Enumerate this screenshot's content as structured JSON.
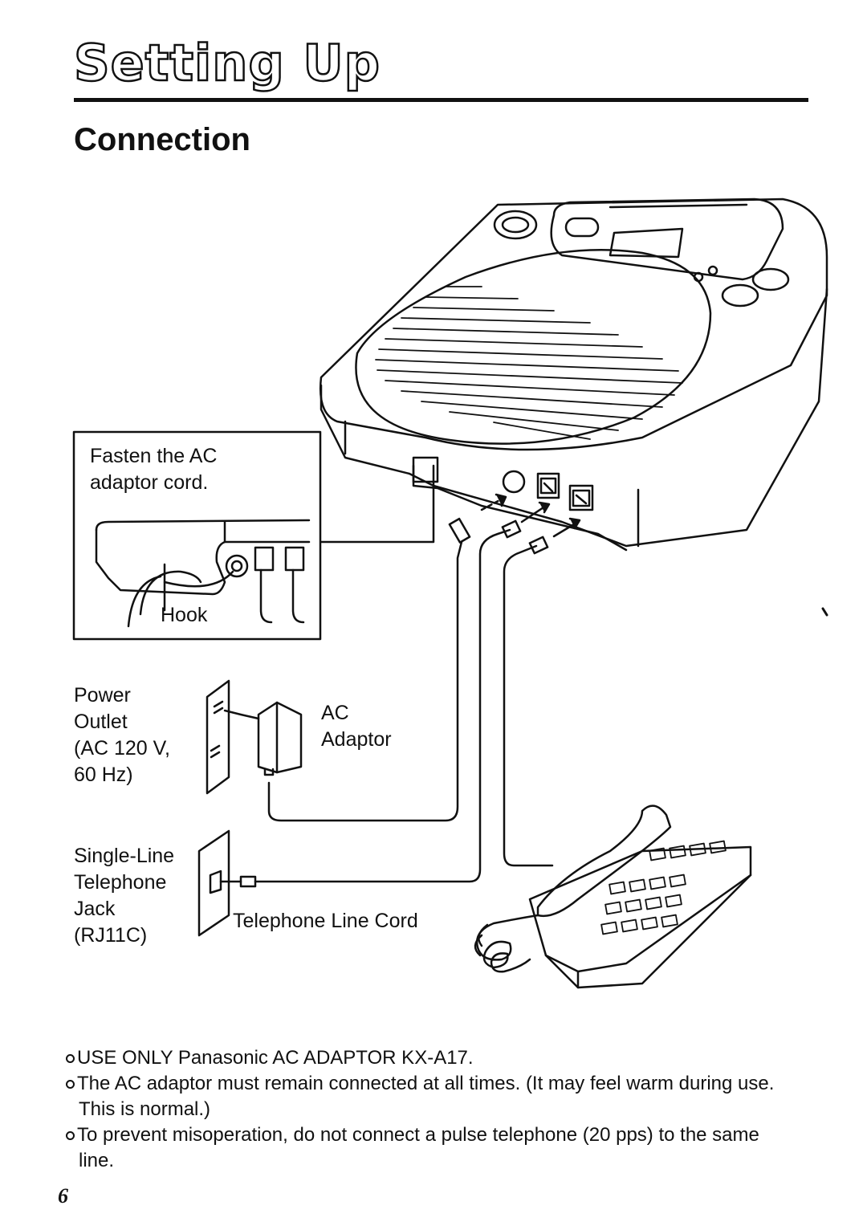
{
  "header": {
    "title": "Setting Up"
  },
  "section": {
    "heading": "Connection"
  },
  "diagram": {
    "inset_caption": "Fasten the AC\nadaptor cord.",
    "hook_label": "Hook",
    "power_outlet_label": "Power\nOutlet\n(AC 120 V,\n60 Hz)",
    "ac_adaptor_label": "AC\nAdaptor",
    "jack_label": "Single-Line\nTelephone\nJack\n(RJ11C)",
    "line_cord_label": "Telephone Line Cord"
  },
  "notes": [
    "USE ONLY Panasonic AC ADAPTOR KX-A17.",
    "The AC adaptor must remain connected at all times. (It may feel warm during use. This is normal.)",
    "To prevent  misoperation, do not connect a pulse telephone (20 pps) to the same line."
  ],
  "footer": {
    "page_number": "6"
  }
}
